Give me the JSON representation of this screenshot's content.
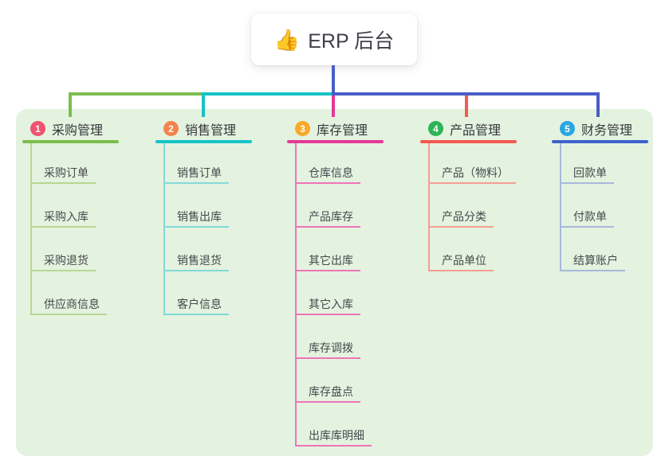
{
  "root": {
    "icon": "thumbs-up",
    "icon_char": "👍",
    "label": "ERP 后台",
    "line_color": "#4a5ec6"
  },
  "panel_color": "#e4f3df",
  "branches": [
    {
      "number": "1",
      "label": "采购管理",
      "badge_color": "#f0516f",
      "line_color": "#7cbe4e",
      "child_line_color": "#b5d795",
      "children": [
        "采购订单",
        "采购入库",
        "采购退货",
        "供应商信息"
      ]
    },
    {
      "number": "2",
      "label": "销售管理",
      "badge_color": "#f5824d",
      "line_color": "#17c3c7",
      "child_line_color": "#83d9d8",
      "children": [
        "销售订单",
        "销售出库",
        "销售退货",
        "客户信息"
      ]
    },
    {
      "number": "3",
      "label": "库存管理",
      "badge_color": "#f7a928",
      "line_color": "#e23a97",
      "child_line_color": "#ee74b8",
      "children": [
        "仓库信息",
        "产品库存",
        "其它出库",
        "其它入库",
        "库存调拨",
        "库存盘点",
        "出库库明细"
      ]
    },
    {
      "number": "4",
      "label": "产品管理",
      "badge_color": "#2fb357",
      "line_color": "#f25b50",
      "child_line_color": "#f49e95",
      "children": [
        "产品（物料）",
        "产品分类",
        "产品单位"
      ]
    },
    {
      "number": "5",
      "label": "财务管理",
      "badge_color": "#2ba6e0",
      "line_color": "#3e63ce",
      "child_line_color": "#a7b8dc",
      "children": [
        "回款单",
        "付款单",
        "结算账户"
      ]
    }
  ]
}
